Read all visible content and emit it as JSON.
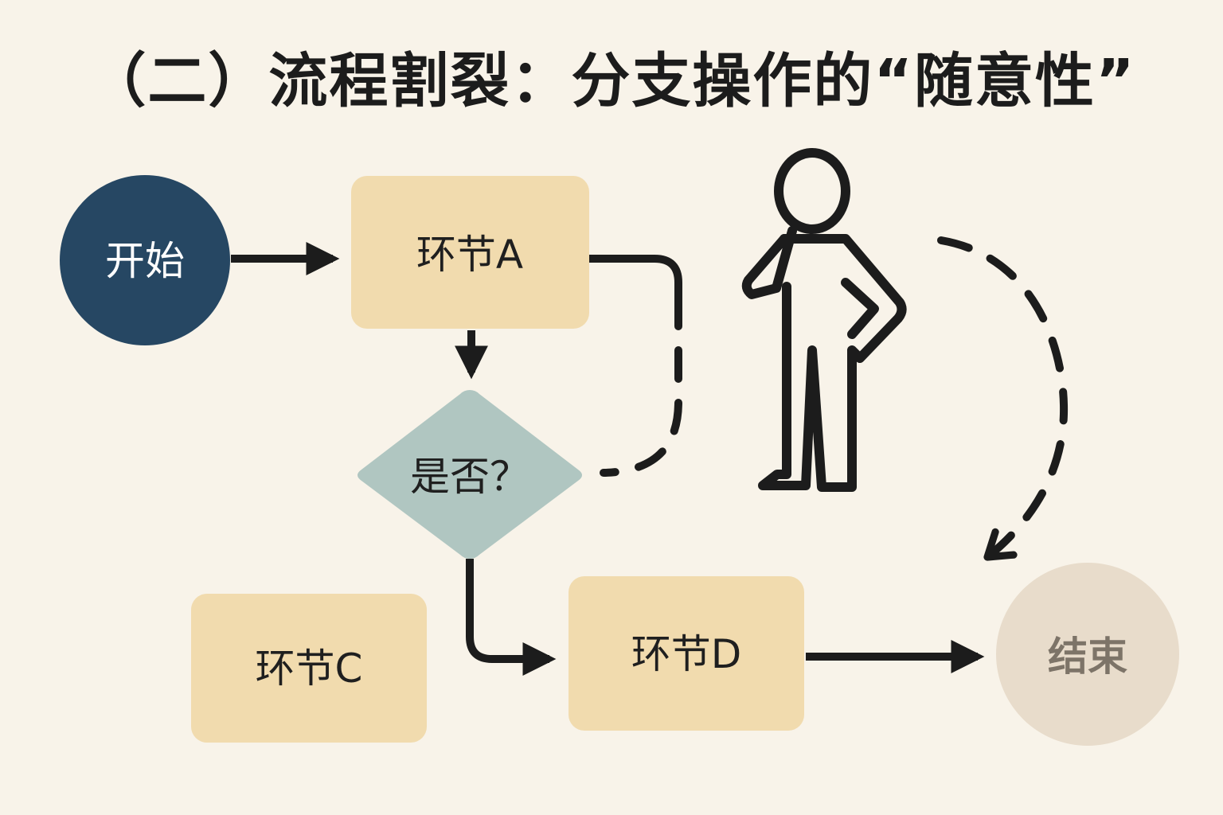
{
  "title": "（二）流程割裂：分支操作的“随意性”",
  "nodes": {
    "start": "开始",
    "step_a": "环节A",
    "decision": "是否？",
    "step_c": "环节C",
    "step_d": "环节D",
    "end": "结束"
  },
  "colors": {
    "background": "#f8f3e9",
    "start_fill": "#264763",
    "step_fill": "#f1dbae",
    "decision_fill": "#b0c6c1",
    "end_fill": "#e8dccb",
    "stroke": "#1c1c1c"
  },
  "icons": {
    "person": "thinking-person-icon"
  }
}
